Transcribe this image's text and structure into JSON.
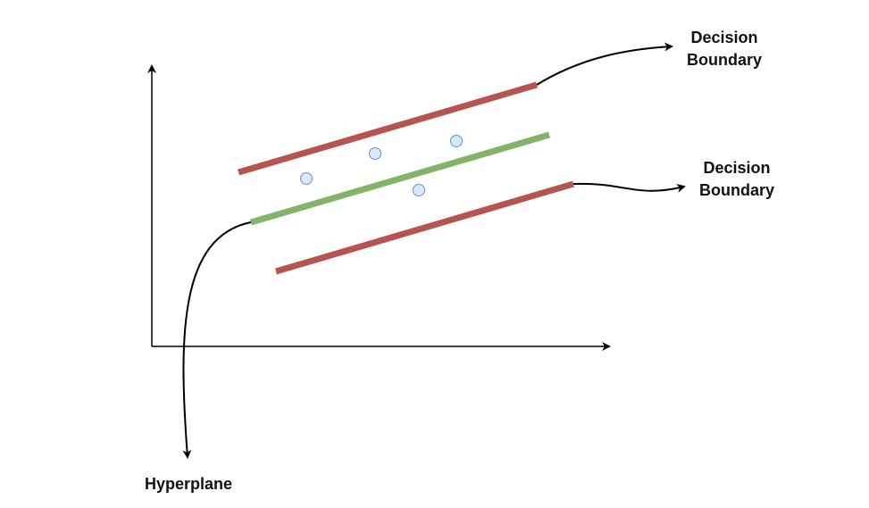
{
  "labels": {
    "decision_boundary_top": {
      "line1": "Decision",
      "line2": "Boundary"
    },
    "decision_boundary_bottom": {
      "line1": "Decision",
      "line2": "Boundary"
    },
    "hyperplane": "Hyperplane"
  },
  "colors": {
    "decision_boundary": "#b85450",
    "hyperplane": "#82b366",
    "data_point_fill": "#dae8fc",
    "data_point_stroke": "#6c8ebf",
    "axis": "#000000"
  },
  "data_points_count": 4
}
